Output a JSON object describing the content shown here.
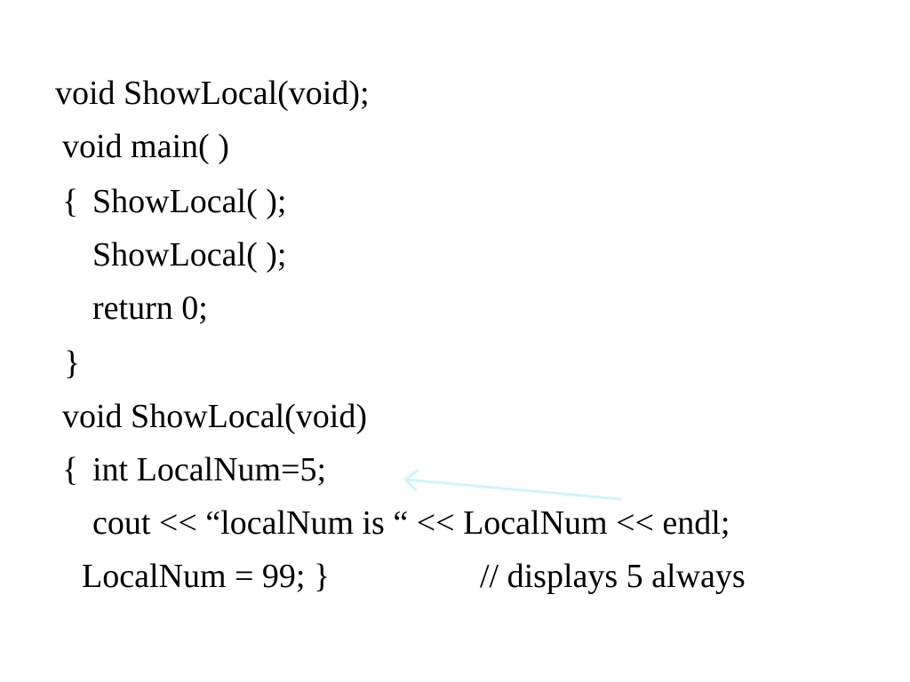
{
  "slide": {
    "lines": [
      "void ShowLocal(void);",
      "void main( )",
      "ShowLocal( );",
      "ShowLocal( );",
      "return 0;",
      "}",
      "void ShowLocal(void)",
      "int LocalNum=5;",
      "cout << “localNum is “ << LocalNum << endl;",
      "LocalNum = 99; }"
    ],
    "open_brace": "{",
    "comment": "// displays 5 always",
    "arrow_color": "#ccf5fa"
  }
}
